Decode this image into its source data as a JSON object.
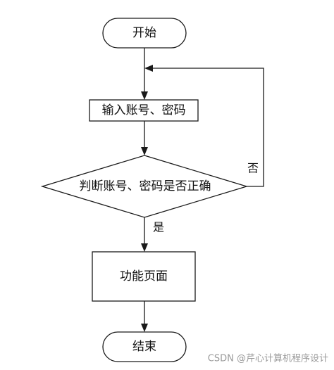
{
  "flowchart": {
    "nodes": {
      "start": {
        "label": "开始"
      },
      "input": {
        "label": "输入账号、密码"
      },
      "decision": {
        "label": "判断账号、密码是否正确"
      },
      "function_page": {
        "label": "功能页面"
      },
      "end": {
        "label": "结束"
      }
    },
    "edges": {
      "yes_label": "是",
      "no_label": "否"
    }
  },
  "watermark": {
    "text": "CSDN @芹心计算机程序设计"
  }
}
